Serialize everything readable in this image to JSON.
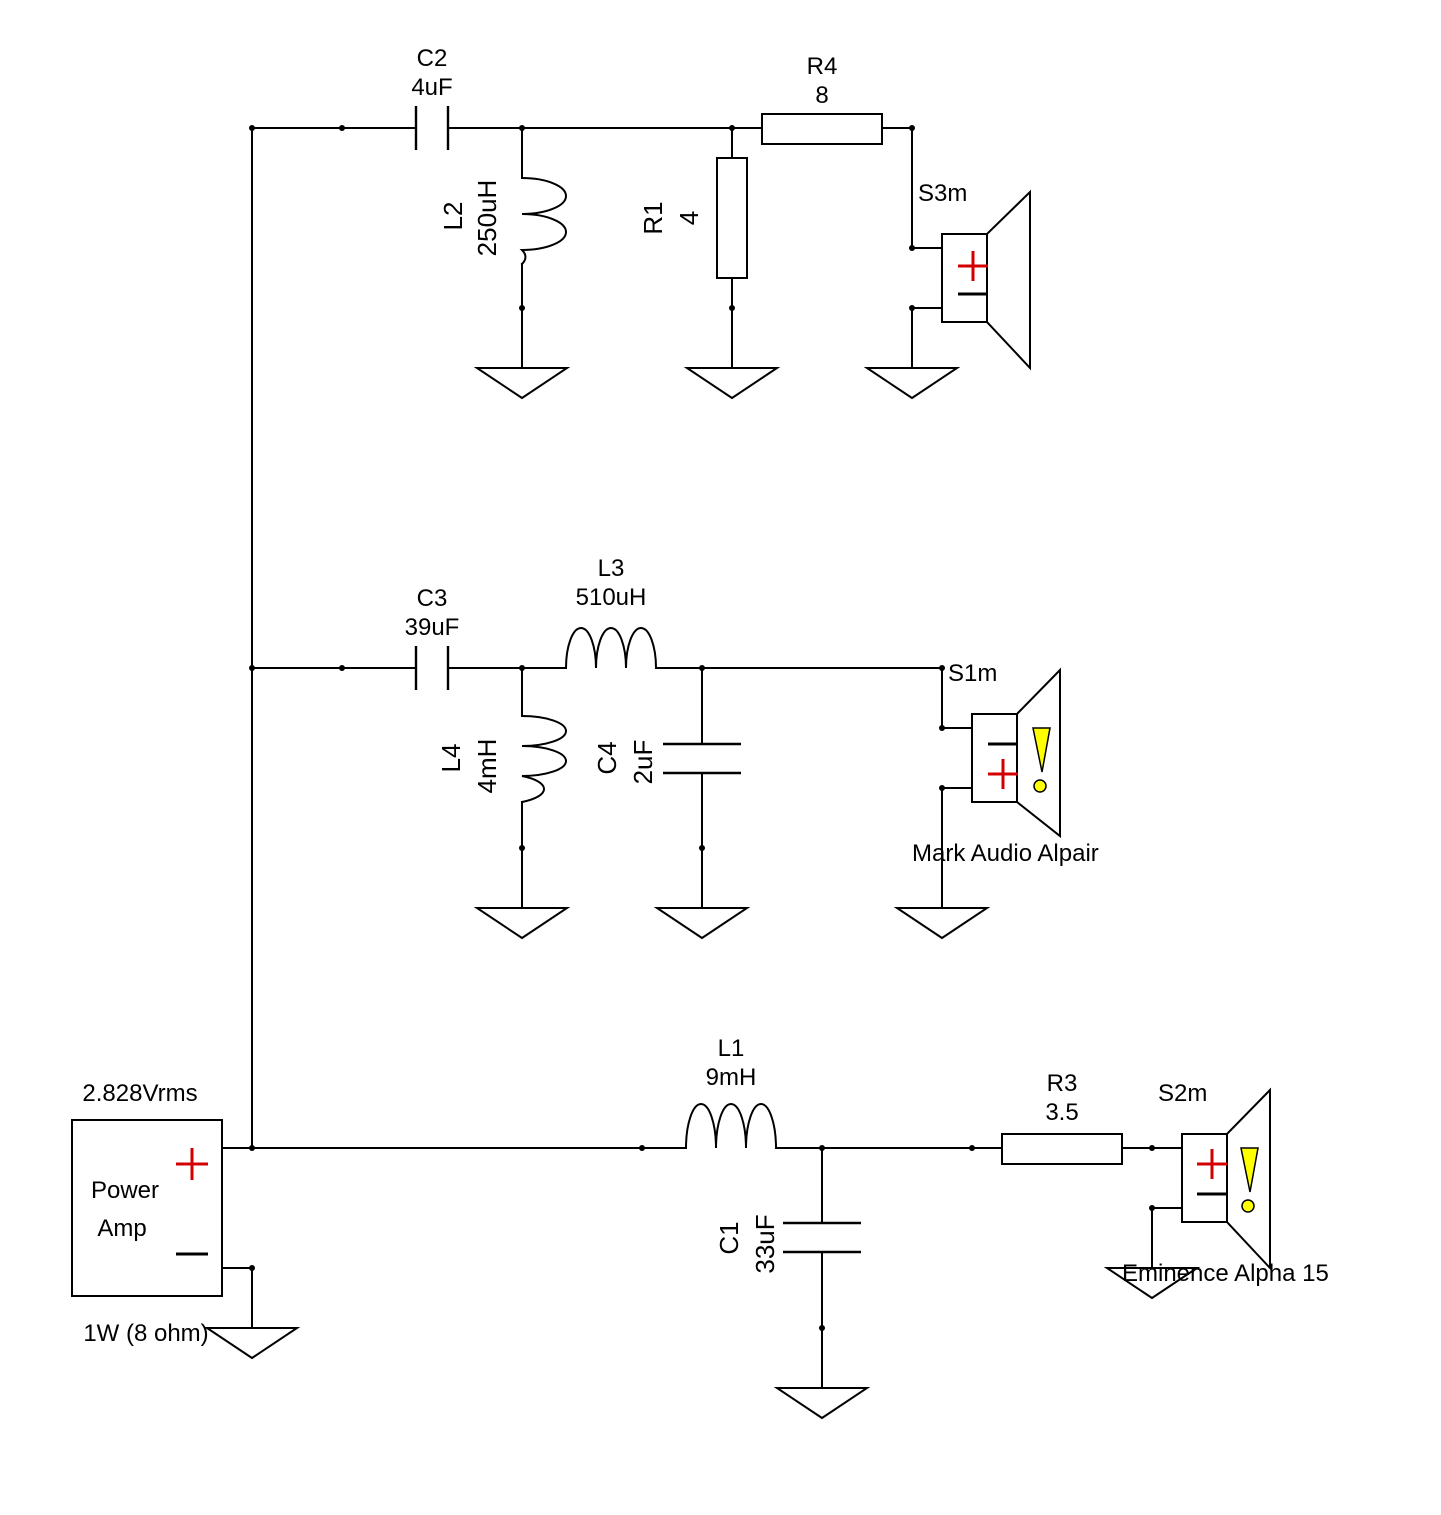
{
  "components": {
    "C2": {
      "ref": "C2",
      "value": "4uF"
    },
    "R4": {
      "ref": "R4",
      "value": "8"
    },
    "L2": {
      "ref": "L2",
      "value": "250uH"
    },
    "R1": {
      "ref": "R1",
      "value": "4"
    },
    "S3m": {
      "ref": "S3m"
    },
    "C3": {
      "ref": "C3",
      "value": "39uF"
    },
    "L3": {
      "ref": "L3",
      "value": "510uH"
    },
    "L4": {
      "ref": "L4",
      "value": "4mH"
    },
    "C4": {
      "ref": "C4",
      "value": "2uF"
    },
    "S1m": {
      "ref": "S1m",
      "model": "Mark Audio Alpair"
    },
    "L1": {
      "ref": "L1",
      "value": "9mH"
    },
    "R3": {
      "ref": "R3",
      "value": "3.5"
    },
    "S2m": {
      "ref": "S2m",
      "model": "Eminence Alpha 15"
    },
    "C1": {
      "ref": "C1",
      "value": "33uF"
    }
  },
  "amplifier": {
    "voltage": "2.828Vrms",
    "name_line1": "Power",
    "name_line2": "Amp",
    "power": "1W (8 ohm)"
  },
  "colors": {
    "wire": "#000000",
    "polarity_plus": "#d40000",
    "warning_fill": "#ffff00"
  },
  "icons": {
    "speaker": "speaker-icon",
    "ground": "ground-icon",
    "warning": "warning-icon"
  }
}
